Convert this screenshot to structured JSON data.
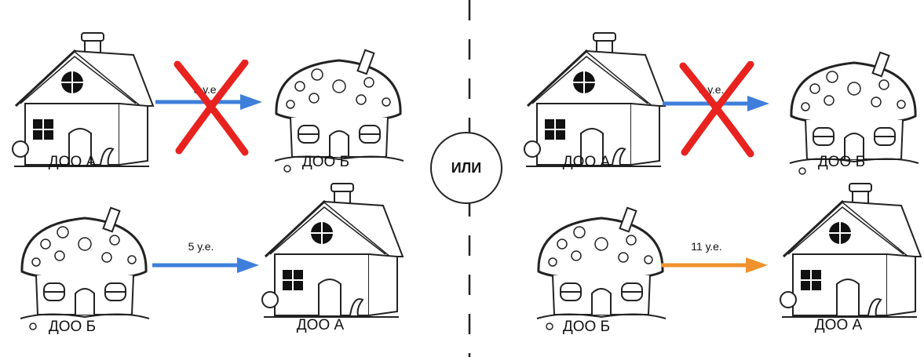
{
  "separator": {
    "label": "ИЛИ"
  },
  "colors": {
    "blue_arrow": "#3f7fdc",
    "orange_arrow": "#f0922e",
    "cross": "#e8231f"
  },
  "panels": [
    {
      "top": {
        "from": "ДОО А",
        "to": "ДОО Б",
        "price": "5 у.е.",
        "crossed": true
      },
      "bottom": {
        "from": "ДОО Б",
        "to": "ДОО А",
        "price": "5 у.е.",
        "crossed": false
      }
    },
    {
      "top": {
        "from": "ДОО А",
        "to": "ДОО Б",
        "price": "5 у.е.",
        "crossed": true
      },
      "bottom": {
        "from": "ДОО Б",
        "to": "ДОО А",
        "price": "11 у.е.",
        "crossed": false
      }
    }
  ]
}
